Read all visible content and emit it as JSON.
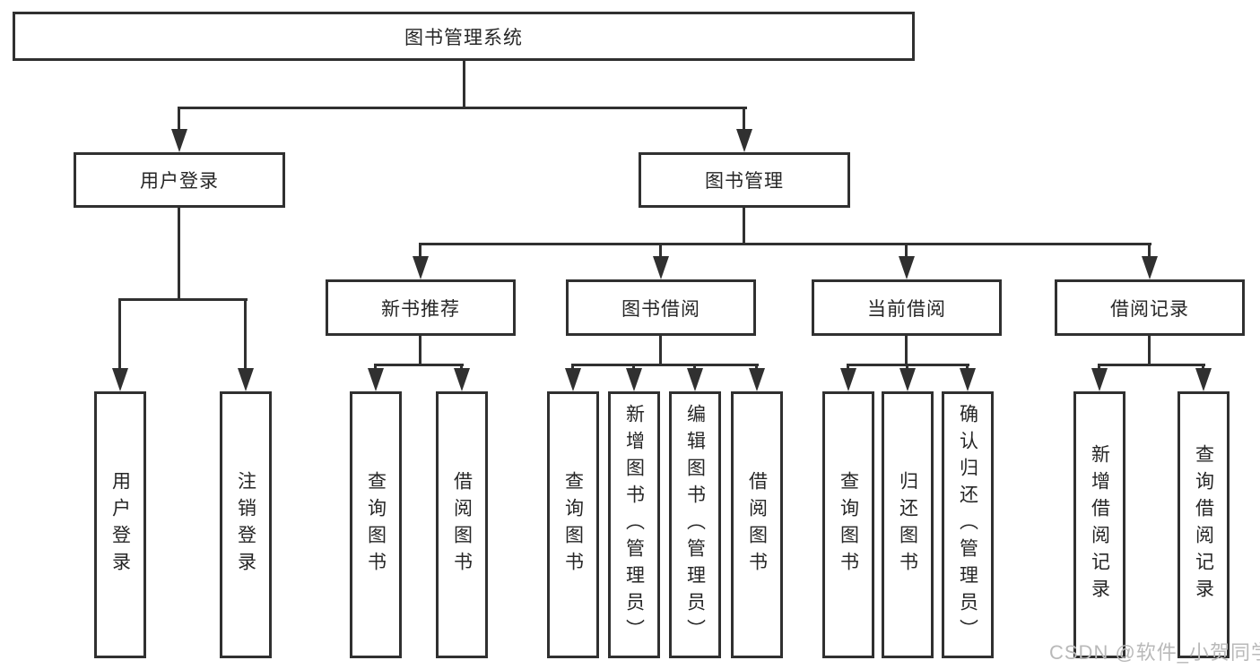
{
  "tree": {
    "label": "图书管理系统",
    "children": [
      {
        "label": "用户登录",
        "children": [
          {
            "label": "用户登录"
          },
          {
            "label": "注销登录"
          }
        ]
      },
      {
        "label": "图书管理",
        "children": [
          {
            "label": "新书推荐",
            "children": [
              {
                "label": "查询图书"
              },
              {
                "label": "借阅图书"
              }
            ]
          },
          {
            "label": "图书借阅",
            "children": [
              {
                "label": "查询图书"
              },
              {
                "label": "新增图书（管理员）"
              },
              {
                "label": "编辑图书（管理员）"
              },
              {
                "label": "借阅图书"
              }
            ]
          },
          {
            "label": "当前借阅",
            "children": [
              {
                "label": "查询图书"
              },
              {
                "label": "归还图书"
              },
              {
                "label": "确认归还（管理员）"
              }
            ]
          },
          {
            "label": "借阅记录",
            "children": [
              {
                "label": "新增借阅记录"
              },
              {
                "label": "查询借阅记录"
              }
            ]
          }
        ]
      }
    ]
  },
  "watermark": "CSDN @软件_小贺同学",
  "colors": {
    "line": "#303030",
    "text": "#262626",
    "watermark": "#b9b9b9",
    "background": "#ffffff"
  }
}
